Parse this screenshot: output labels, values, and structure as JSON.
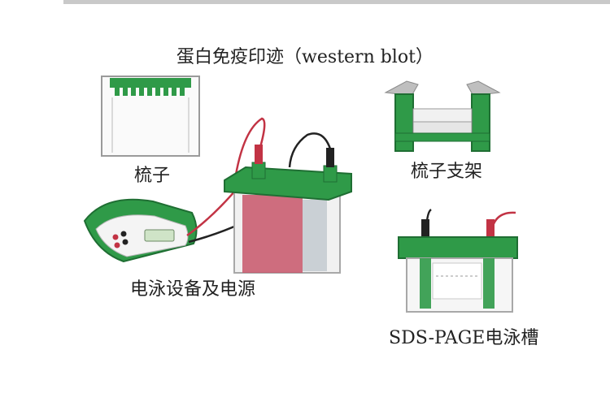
{
  "title": "蛋白免疫印迹（western blot）",
  "labels": {
    "comb": "梳子",
    "comb_holder": "梳子支架",
    "power_supply": "电泳设备及电源",
    "sds_tank": "SDS-PAGE电泳槽"
  },
  "colors": {
    "green": "#2f9a48",
    "green_dark": "#1f6e33",
    "red_gel": "#c8566a",
    "cable_red": "#c23344",
    "cable_black": "#222222"
  }
}
